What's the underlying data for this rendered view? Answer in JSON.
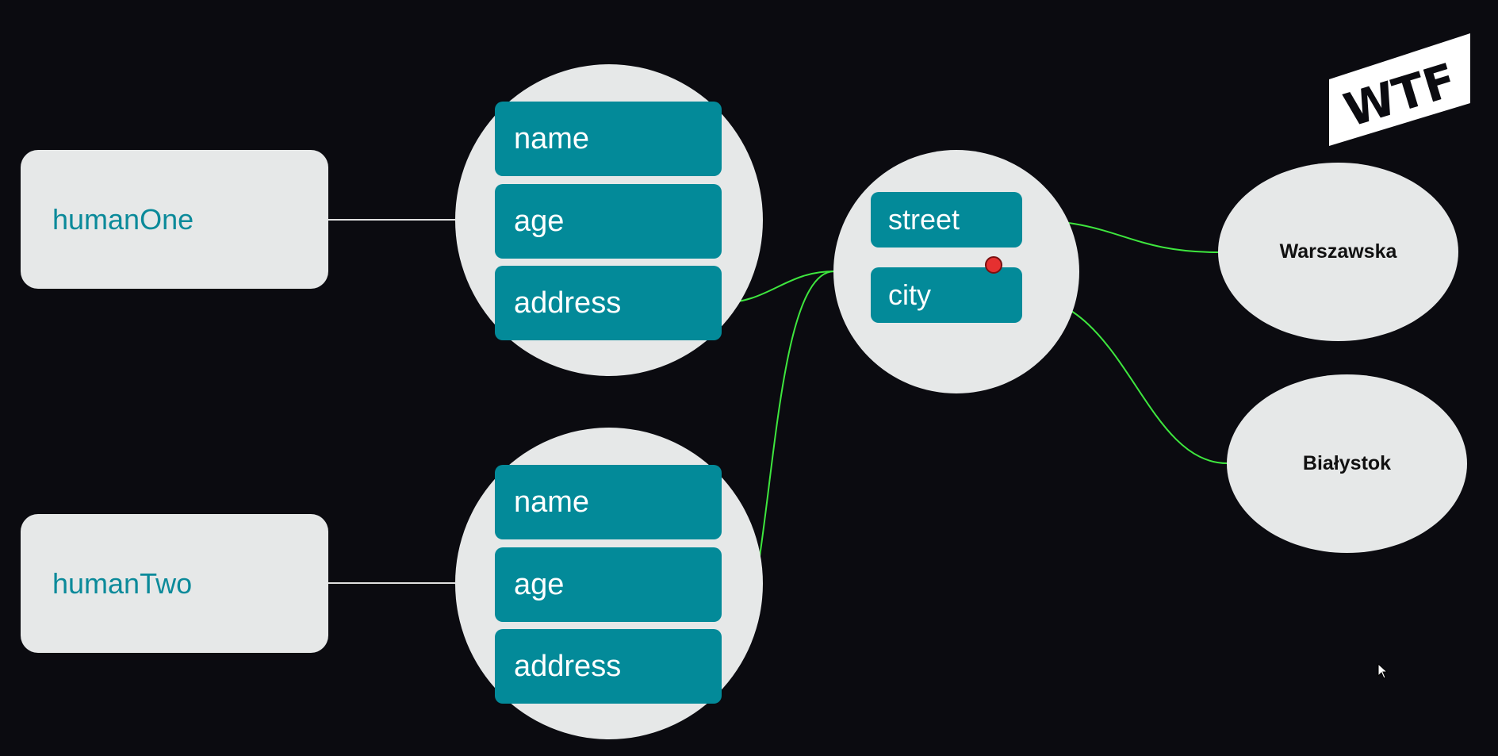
{
  "humans": [
    {
      "label": "humanOne",
      "fields": [
        "name",
        "age",
        "address"
      ]
    },
    {
      "label": "humanTwo",
      "fields": [
        "name",
        "age",
        "address"
      ]
    }
  ],
  "address": {
    "fields": [
      "street",
      "city"
    ]
  },
  "values": [
    "Warszawska",
    "Białystok"
  ],
  "logo": {
    "text": "WTF"
  },
  "colors": {
    "background": "#0b0b10",
    "node_fill": "#e6e8e8",
    "field_fill": "#038a99",
    "reference_line": "#3ee63e",
    "plain_line": "#e0e0e0",
    "marker": "#e53030"
  }
}
